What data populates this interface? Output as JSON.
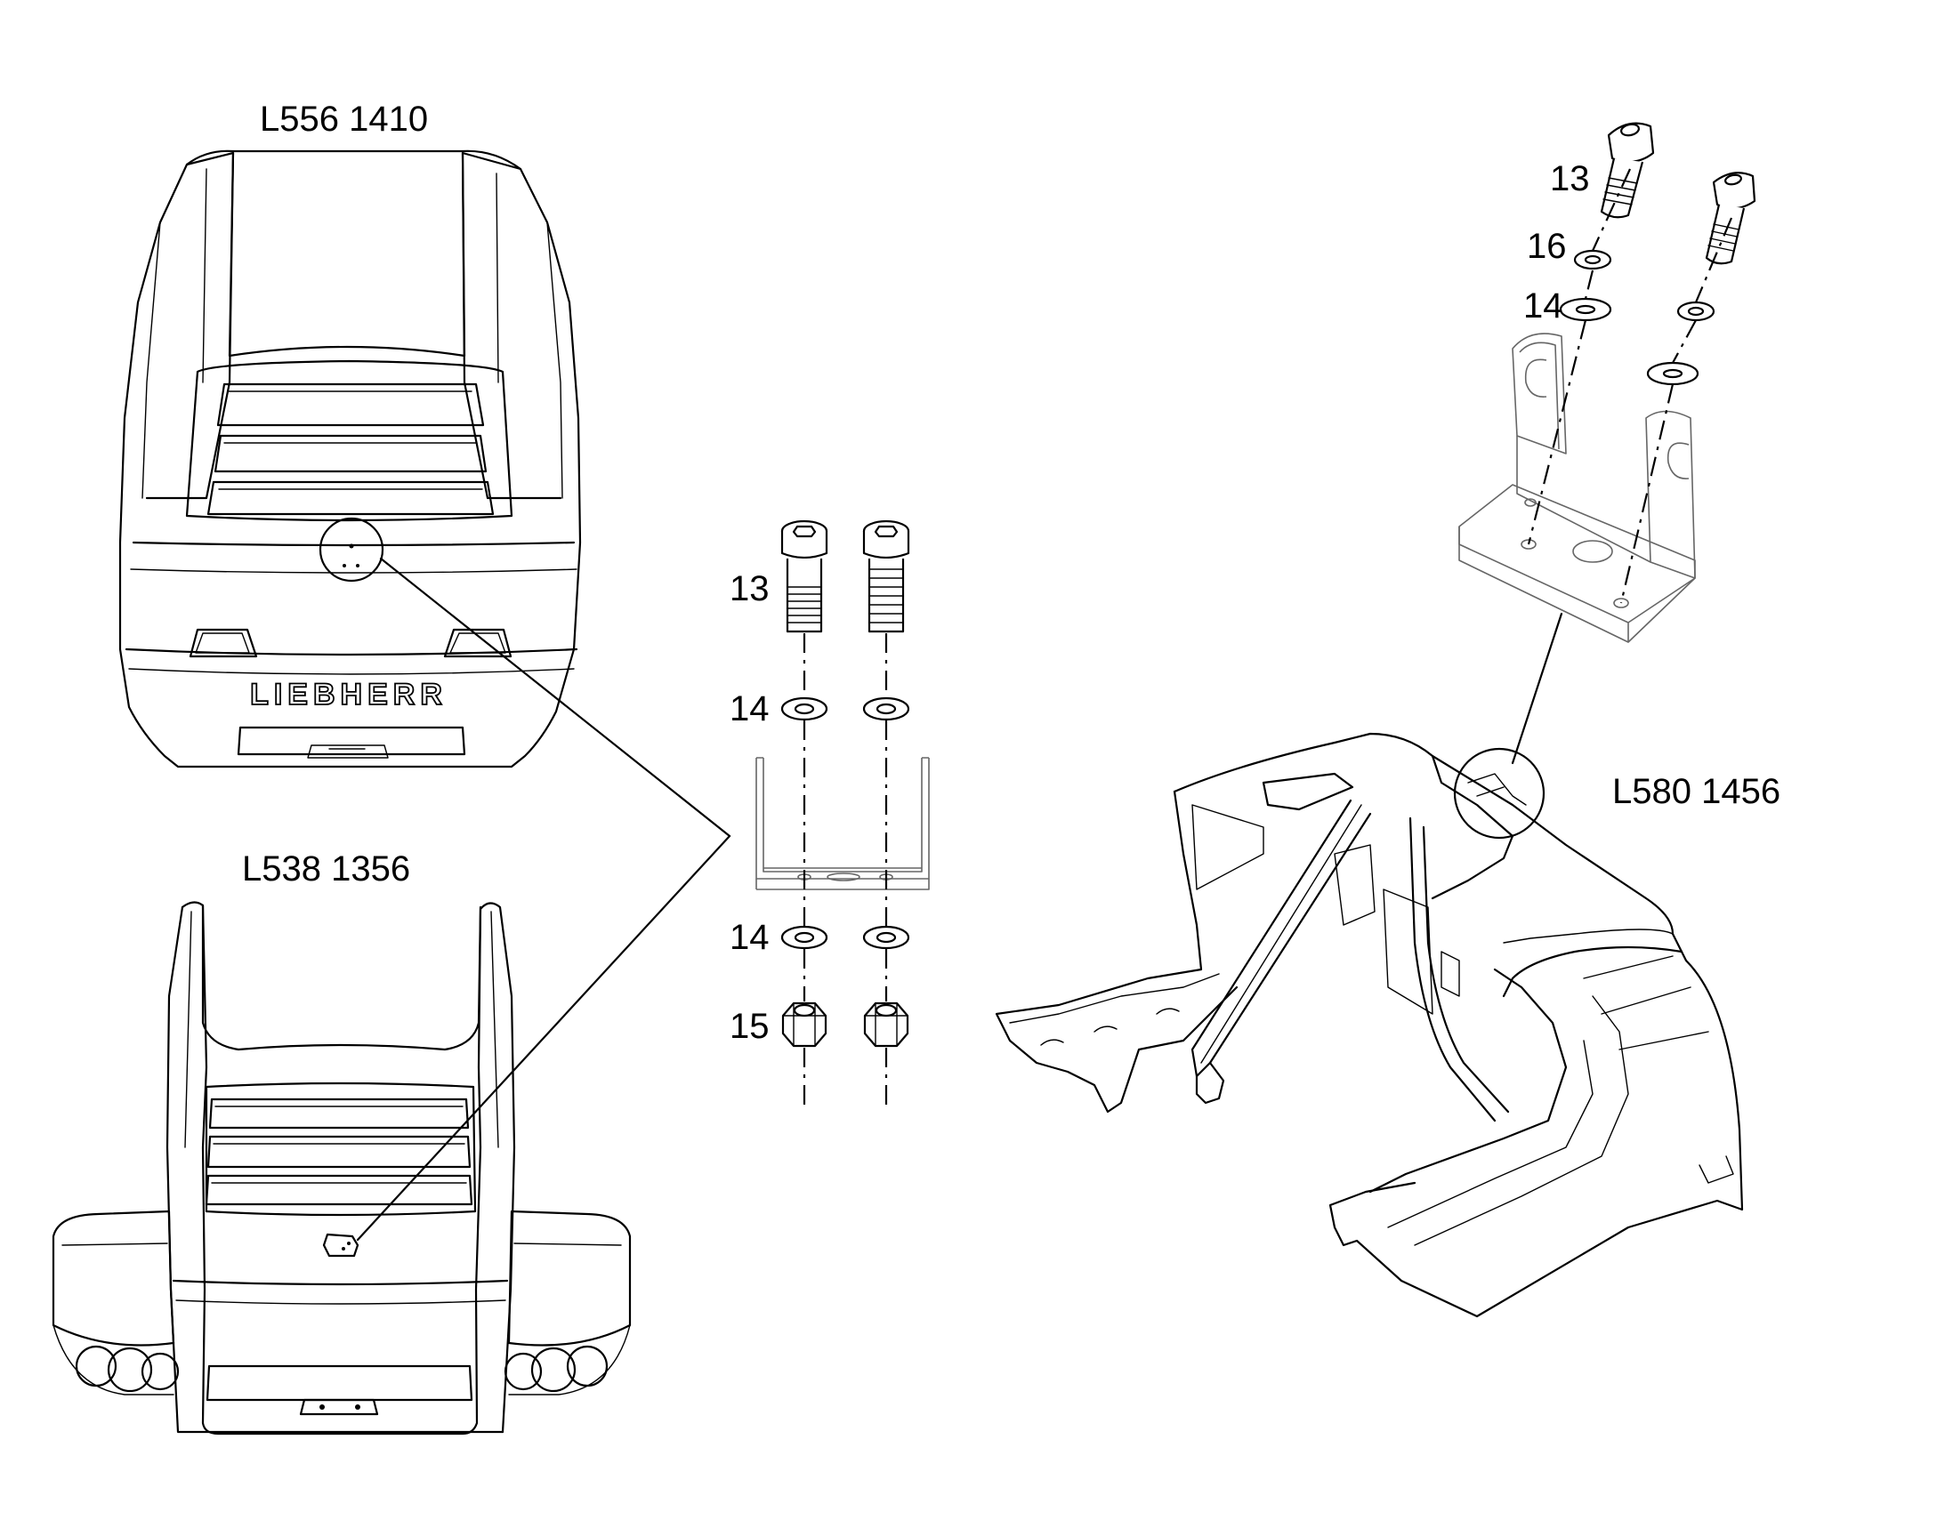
{
  "models": {
    "top_left": "L556 1410",
    "bottom_left": "L538 1356",
    "right": "L580 1456"
  },
  "brand_lettering": "LIEBHERR",
  "callouts": {
    "center_bolt": "13",
    "center_washer_upper": "14",
    "center_washer_lower": "14",
    "center_nut": "15",
    "right_bolt": "13",
    "right_lock_washer": "16",
    "right_washer": "14"
  }
}
